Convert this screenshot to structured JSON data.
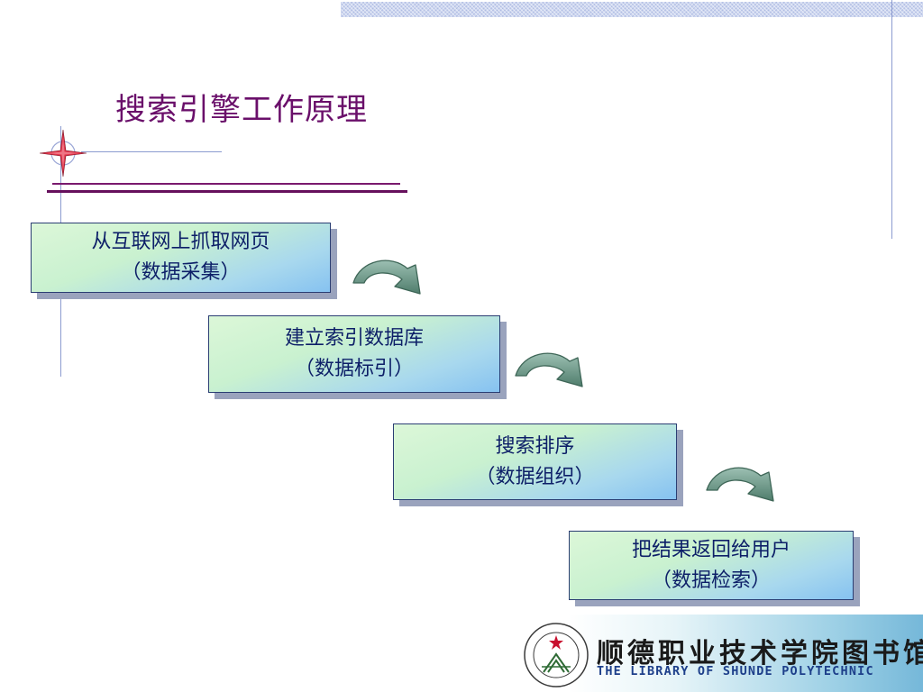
{
  "slide": {
    "title": "搜索引擎工作原理",
    "steps": [
      {
        "line1": "从互联网上抓取网页",
        "line2": "（数据采集）"
      },
      {
        "line1": "建立索引数据库",
        "line2": "（数据标引）"
      },
      {
        "line1": "搜索排序",
        "line2": "（数据组织）"
      },
      {
        "line1": "把结果返回给用户",
        "line2": "（数据检索）"
      }
    ]
  },
  "footer": {
    "library_name_cn": "顺德职业技术学院图书馆",
    "library_name_en": "THE LIBRARY OF SHUNDE POLYTECHNIC"
  },
  "colors": {
    "title": "#6a0f6a",
    "step_text": "#0d1f68",
    "arrow_fill": "#6f9a8a"
  },
  "icons": [
    "compass-star-icon",
    "curved-arrow-down-icon",
    "library-seal-logo"
  ]
}
